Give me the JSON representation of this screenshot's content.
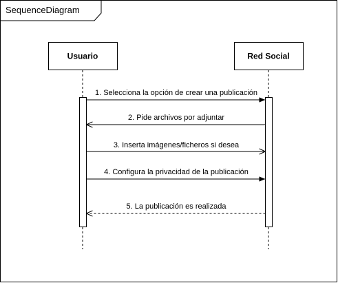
{
  "frame": {
    "title": "SequenceDiagram"
  },
  "participants": [
    {
      "id": "usuario",
      "label": "Usuario"
    },
    {
      "id": "red_social",
      "label": "Red Social"
    }
  ],
  "messages": [
    {
      "order": 1,
      "from": "usuario",
      "to": "red_social",
      "kind": "sync",
      "label": "1. Selecciona la opción de crear una publicación"
    },
    {
      "order": 2,
      "from": "red_social",
      "to": "usuario",
      "kind": "open",
      "label": "2. Pide archivos por adjuntar"
    },
    {
      "order": 3,
      "from": "usuario",
      "to": "red_social",
      "kind": "open",
      "label": "3. Inserta imágenes/ficheros si desea"
    },
    {
      "order": 4,
      "from": "usuario",
      "to": "red_social",
      "kind": "sync",
      "label": "4. Configura la privacidad de la publicación"
    },
    {
      "order": 5,
      "from": "red_social",
      "to": "usuario",
      "kind": "return",
      "label": "5. La publicación es realizada"
    }
  ],
  "colors": {
    "stroke": "#000000",
    "background": "#ffffff"
  }
}
